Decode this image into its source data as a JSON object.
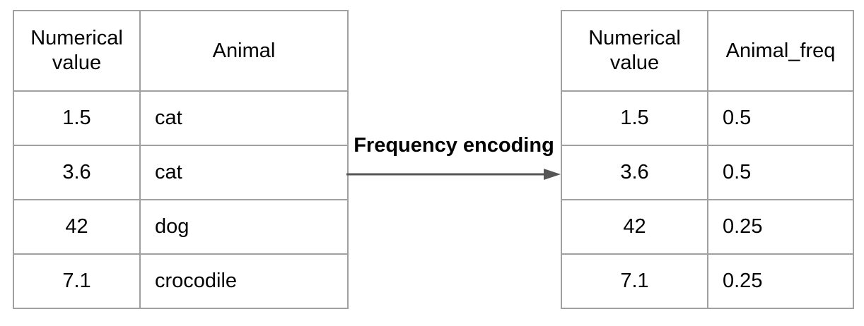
{
  "diagram": {
    "arrow_label": "Frequency encoding",
    "arrow_color": "#565656",
    "border_color": "#a0a0a0",
    "background_color": "#ffffff",
    "text_color": "#000000"
  },
  "left_table": {
    "headers": [
      "Numerical value",
      "Animal"
    ],
    "rows": [
      [
        "1.5",
        "cat"
      ],
      [
        "3.6",
        "cat"
      ],
      [
        "42",
        "dog"
      ],
      [
        "7.1",
        "crocodile"
      ]
    ]
  },
  "right_table": {
    "headers": [
      "Numerical value",
      "Animal_freq"
    ],
    "rows": [
      [
        "1.5",
        "0.5"
      ],
      [
        "3.6",
        "0.5"
      ],
      [
        "42",
        "0.25"
      ],
      [
        "7.1",
        "0.25"
      ]
    ]
  }
}
